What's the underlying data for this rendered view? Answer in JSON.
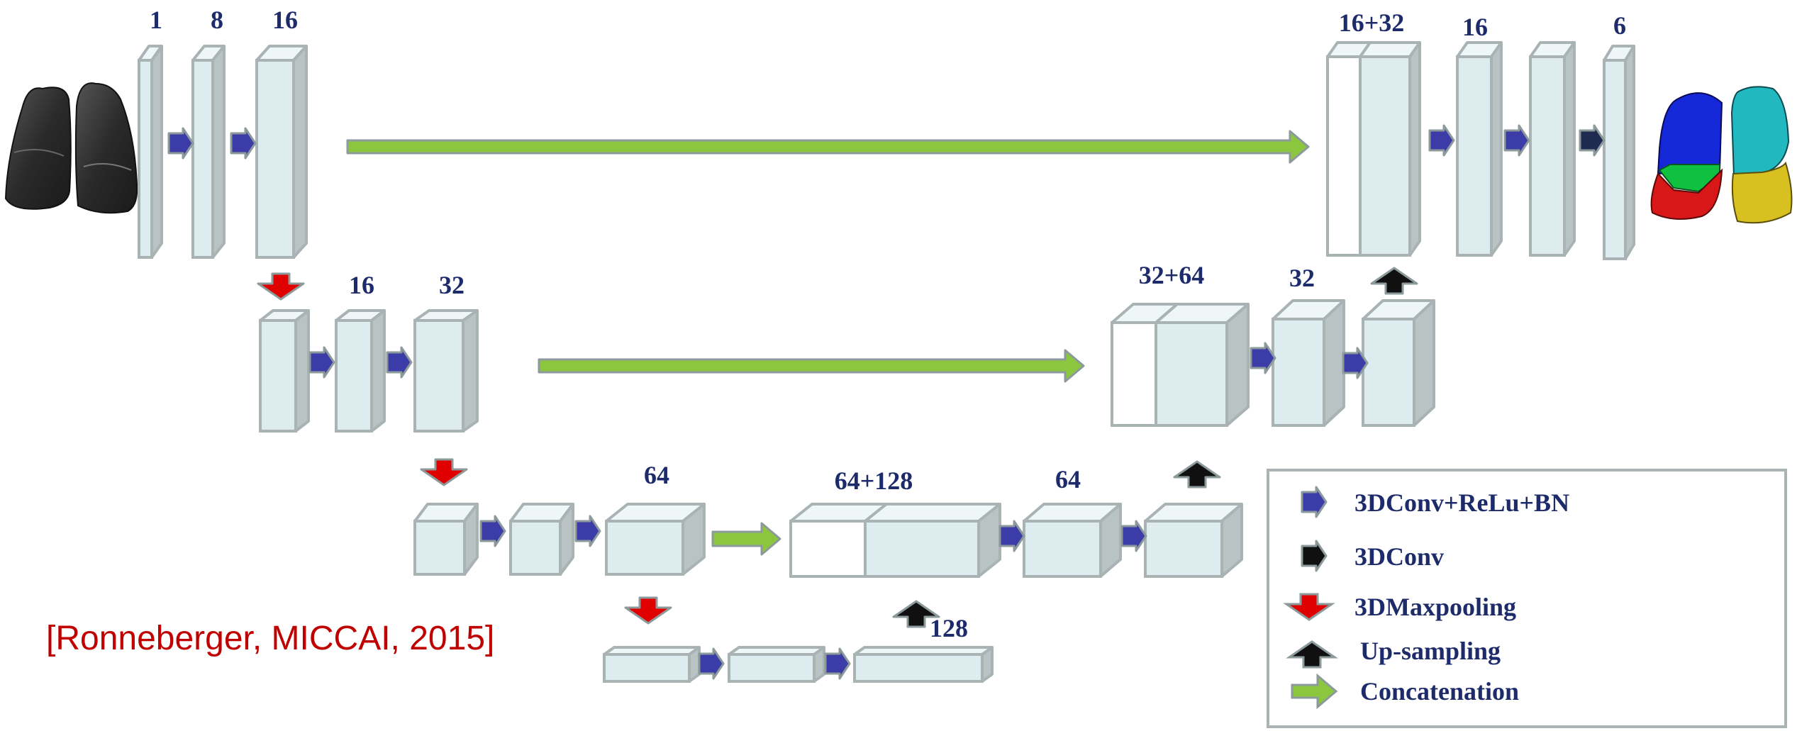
{
  "labels": {
    "enc1_ch_in": "1",
    "enc1_ch_a": "8",
    "enc1_ch_b": "16",
    "enc2_ch_a": "16",
    "enc2_ch_b": "32",
    "enc3_ch": "64",
    "bottleneck_ch": "128",
    "dec3_concat": "64+128",
    "dec3_ch": "64",
    "dec2_concat": "32+64",
    "dec2_ch": "32",
    "dec1_concat": "16+32",
    "dec1_ch": "16",
    "dec1_out": "6"
  },
  "legend": {
    "conv_relu_bn": "3DConv+ReLu+BN",
    "conv": "3DConv",
    "maxpool": "3DMaxpooling",
    "upsampling": "Up-sampling",
    "concatenation": "Concatenation"
  },
  "citation": "[Ronneberger, MICCAI, 2015]",
  "colors": {
    "block_face": "#dcecef",
    "block_top": "#eef6f7",
    "block_side": "#b9c3c4",
    "block_stroke": "#a9b3b4",
    "conv_arrow": "#3c3ca8",
    "conv_only_arrow": "#101010",
    "pool_arrow": "#e00000",
    "up_arrow": "#101010",
    "concat_arrow": "#8cc63f",
    "citation": "#c00000",
    "label_text": "#1d2b6b",
    "lung_blue": "#1428d8",
    "lung_cyan": "#22b8c0",
    "lung_green": "#10c040",
    "lung_red": "#d81818",
    "lung_yellow": "#d8c020",
    "lung_gray": "#2d2d2d"
  }
}
